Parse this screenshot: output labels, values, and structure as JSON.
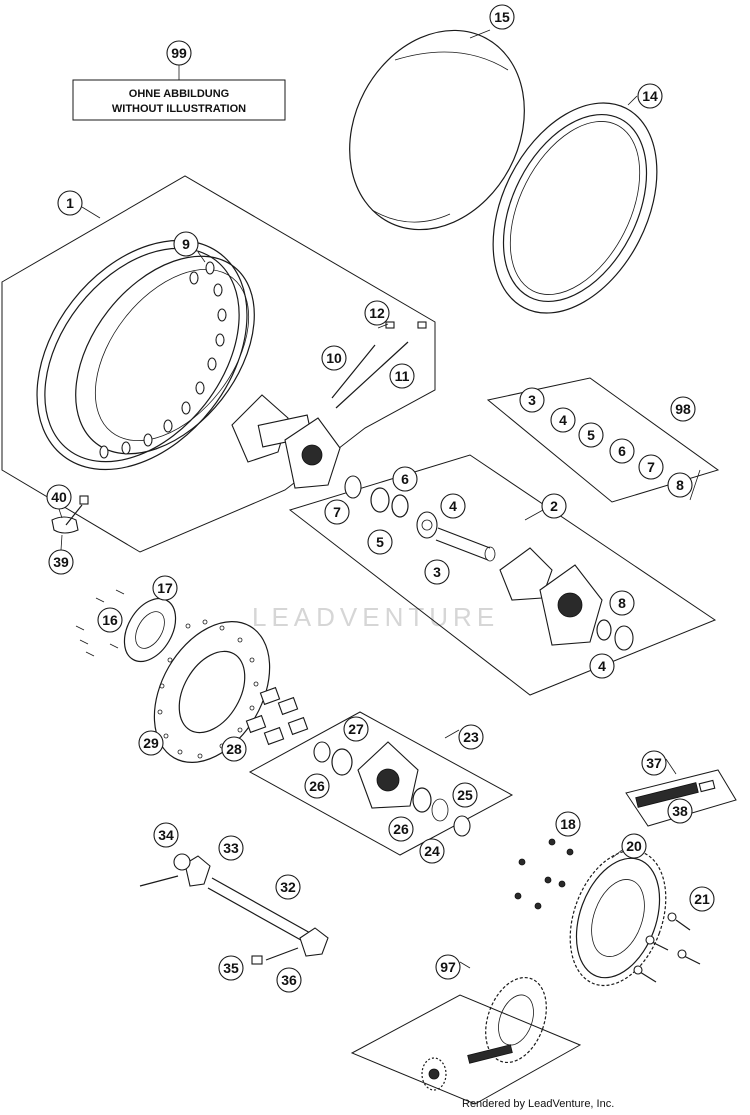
{
  "note_box": {
    "line1": "OHNE ABBILDUNG",
    "line2": "WITHOUT ILLUSTRATION"
  },
  "watermark": "LEADVENTURE",
  "footer": "Rendered by LeadVenture, Inc.",
  "callouts": {
    "c1": "1",
    "c2": "2",
    "c3": "3",
    "c3b": "3",
    "c4": "4",
    "c4b": "4",
    "c4c": "4",
    "c5": "5",
    "c5b": "5",
    "c6": "6",
    "c6b": "6",
    "c7": "7",
    "c7b": "7",
    "c8": "8",
    "c8b": "8",
    "c9": "9",
    "c10": "10",
    "c11": "11",
    "c12": "12",
    "c14": "14",
    "c15": "15",
    "c16": "16",
    "c17": "17",
    "c18": "18",
    "c20": "20",
    "c21": "21",
    "c23": "23",
    "c24": "24",
    "c25": "25",
    "c26": "26",
    "c26b": "26",
    "c27": "27",
    "c28": "28",
    "c29": "29",
    "c32": "32",
    "c33": "33",
    "c34": "34",
    "c35": "35",
    "c36": "36",
    "c37": "37",
    "c38": "38",
    "c39": "39",
    "c40": "40",
    "c97": "97",
    "c98": "98",
    "c99": "99"
  }
}
